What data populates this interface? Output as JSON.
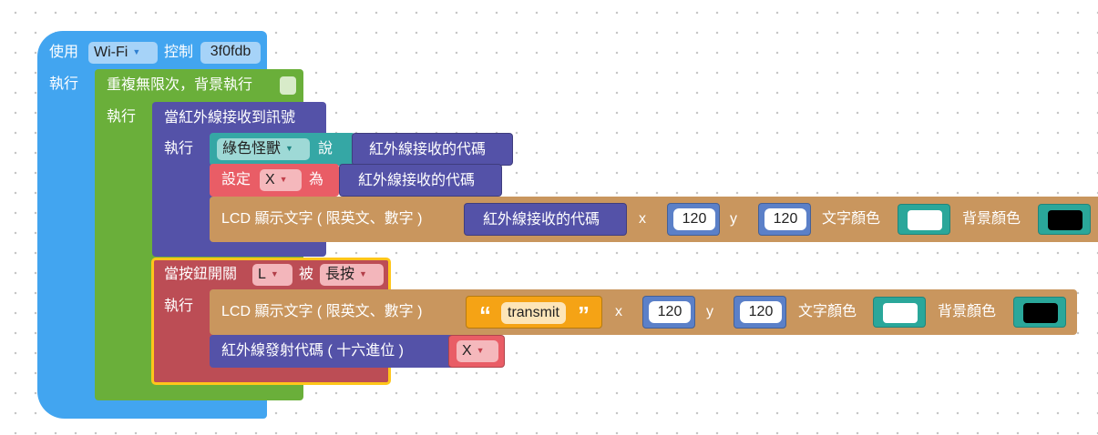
{
  "wifi_block": {
    "use_label": "使用",
    "connection": "Wi-Fi",
    "control_label": "控制",
    "device_id": "3f0fdb",
    "exec_label": "執行"
  },
  "loop_block": {
    "label": "重複無限次，背景執行",
    "exec_label": "執行"
  },
  "ir_receive_block": {
    "label": "當紅外線接收到訊號",
    "exec_label": "執行"
  },
  "say_block": {
    "character": "綠色怪獸",
    "say_label": "說",
    "value": "紅外線接收的代碼"
  },
  "set_block": {
    "set_label": "設定",
    "variable": "X",
    "as_label": "為",
    "value": "紅外線接收的代碼"
  },
  "lcd_block_1": {
    "label": "LCD 顯示文字 ( 限英文、數字 )",
    "text_value": "紅外線接收的代碼",
    "x_label": "x",
    "x_value": "120",
    "y_label": "y",
    "y_value": "120",
    "text_color_label": "文字顏色",
    "text_color": "#ffffff",
    "bg_color_label": "背景顏色",
    "bg_color": "#000000"
  },
  "button_block": {
    "label": "當按鈕開關",
    "button": "L",
    "by_label": "被",
    "action": "長按",
    "exec_label": "執行"
  },
  "lcd_block_2": {
    "label": "LCD 顯示文字 ( 限英文、數字 )",
    "open_quote": "“",
    "text_value": "transmit",
    "close_quote": "”",
    "x_label": "x",
    "x_value": "120",
    "y_label": "y",
    "y_value": "120",
    "text_color_label": "文字顏色",
    "text_color": "#ffffff",
    "bg_color_label": "背景顏色",
    "bg_color": "#000000"
  },
  "ir_send_block": {
    "label": "紅外線發射代碼 ( 十六進位 )",
    "variable": "X"
  },
  "colors": {
    "wifi": "#42a5f0",
    "loop": "#6aaf3a",
    "ir_event": "#5452a8",
    "say": "#35a7a5",
    "variable": "#e95d66",
    "lcd": "#c9965e",
    "button_event": "#bc4d55",
    "ir_value": "#5452a8",
    "number": "#5b80c8",
    "text": "#f5a315",
    "highlight": "#ffc61a"
  }
}
